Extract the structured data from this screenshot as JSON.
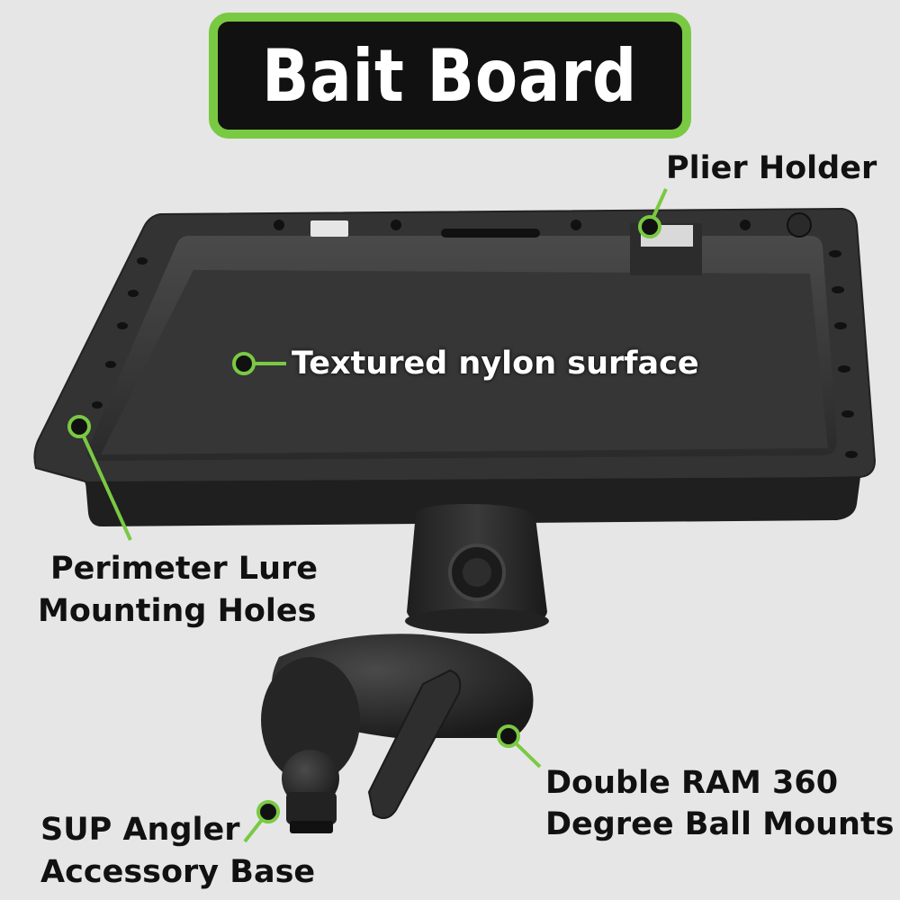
{
  "title": "Bait Board",
  "accent_color": "#7ac943",
  "callouts": {
    "plier_holder": "Plier Holder",
    "textured_surface": "Textured nylon surface",
    "perimeter_holes_line1": "Perimeter Lure",
    "perimeter_holes_line2": "Mounting Holes",
    "ball_mounts_line1": "Double RAM 360",
    "ball_mounts_line2": "Degree Ball Mounts",
    "accessory_base_line1": "SUP Angler",
    "accessory_base_line2": "Accessory Base"
  }
}
